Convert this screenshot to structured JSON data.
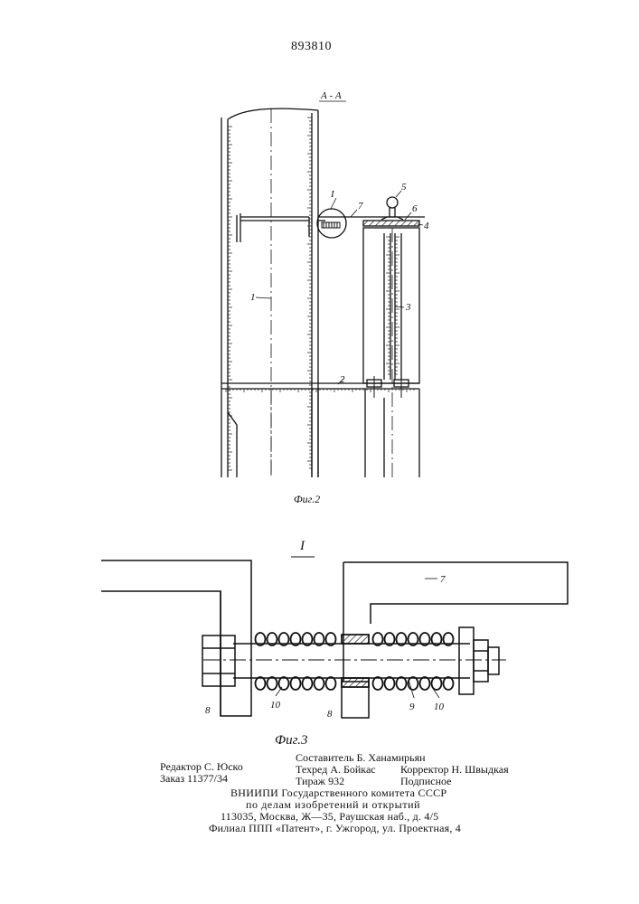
{
  "header": {
    "patent_number": "893810"
  },
  "figure2": {
    "section_label": "А - А",
    "caption": "Фиг.2",
    "callouts": [
      "I",
      "5",
      "6",
      "7",
      "4",
      "1",
      "3",
      "2"
    ]
  },
  "figure3": {
    "detail_label": "I",
    "caption": "Фиг.3",
    "callouts": [
      "7",
      "8",
      "10",
      "10",
      "9",
      "8"
    ]
  },
  "imprint": {
    "editor": "Редактор С. Юско",
    "compiler": "Составитель Б. Ханамирьян",
    "order": "Заказ 11377/34",
    "techred": "Техред А. Бойкас",
    "corrector": "Корректор Н. Швыдкая",
    "circulation": "Тираж 932",
    "subscription": "Подписное",
    "org_line1": "ВНИИПИ Государственного комитета СССР",
    "org_line2": "по делам изобретений и открытий",
    "address": "113035, Москва, Ж—35, Раушская наб., д. 4/5",
    "branch": "Филиал ППП «Патент», г. Ужгород, ул. Проектная, 4"
  }
}
